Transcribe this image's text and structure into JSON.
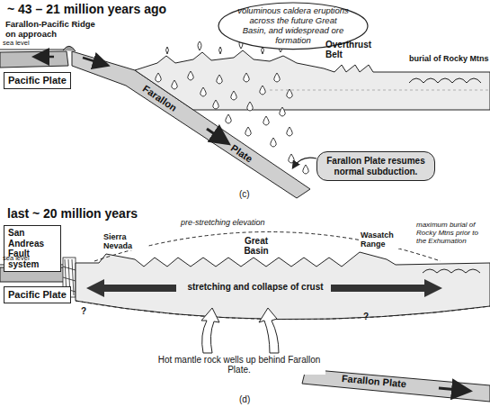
{
  "diagram": {
    "nodes": [
      {
        "text": [
          "voluminous caldera eruptions across the future Great Basin, and widespread ore formation"
        ]
      },
      {
        "text": [
          "Pacific Plate"
        ]
      },
      {
        "text": [
          "Farallon Plate resumes normal subduction."
        ]
      },
      {
        "text": [
          "San Andreas Fault system"
        ]
      },
      {
        "text": [
          "Pacific Plate"
        ]
      }
    ],
    "labels": [
      "~ 43 – 21 million years ago",
      "Farallon-Pacific Ridge on approach",
      "sea level",
      "Overthrust Belt",
      "burial of Rocky Mtns",
      "Farallon",
      "Plate",
      "(c)",
      "last ~ 20 million years",
      "sea level",
      "Sierra Nevada",
      "pre-stretching elevation",
      "Great Basin",
      "Wasatch Range",
      "maximum burial of Rocky Mtns prior to the Exhumation",
      "stretching and collapse of crust",
      "Hot mantle rock wells up behind Farallon Plate.",
      "Farallon Plate",
      "?",
      "?",
      "(d)"
    ]
  }
}
